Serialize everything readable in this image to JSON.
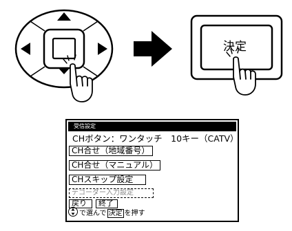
{
  "kettei_button": {
    "label": "決定"
  },
  "menu": {
    "title": "受信設定",
    "ch_button_row": "CHボタン：ワンタッチ　10キー（CATV）",
    "items": [
      "CH合せ（地域番号）",
      "CH合せ（マニュアル）",
      "CHスキップ設定",
      "デコーダー入力設定"
    ],
    "back_label": "戻り",
    "end_label": "終了",
    "hint": {
      "before": "で選んで",
      "key": "決定",
      "after": "を押す"
    }
  }
}
